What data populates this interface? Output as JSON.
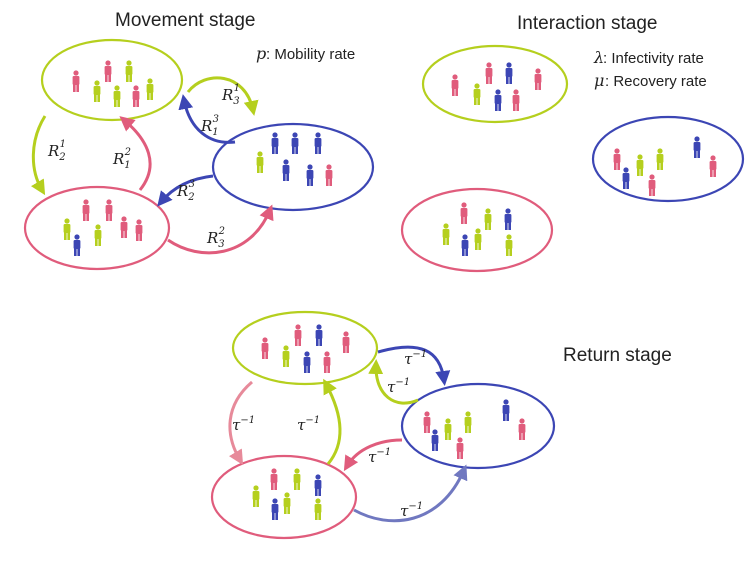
{
  "stages": {
    "movement": "Movement stage",
    "interaction": "Interaction stage",
    "return": "Return stage"
  },
  "legend": {
    "mobility_symbol": "p",
    "mobility_text": ": Mobility rate",
    "infectivity_symbol": "λ",
    "infectivity_text": ": Infectivity rate",
    "recovery_symbol": "μ",
    "recovery_text": ": Recovery rate"
  },
  "rates": {
    "r31": {
      "base": "R",
      "sub": "3",
      "sup": "1"
    },
    "r13": {
      "base": "R",
      "sub": "1",
      "sup": "3"
    },
    "r21": {
      "base": "R",
      "sub": "2",
      "sup": "1"
    },
    "r12": {
      "base": "R",
      "sub": "1",
      "sup": "2"
    },
    "r23": {
      "base": "R",
      "sub": "2",
      "sup": "3"
    },
    "r32": {
      "base": "R",
      "sub": "3",
      "sup": "2"
    }
  },
  "tau": {
    "base": "τ",
    "sup": "−1"
  },
  "colors": {
    "green": "#b5cf1e",
    "blue": "#3c46b4",
    "pink": "#e05c7c",
    "pink_light": "#e78a9a",
    "blue_light": "#7078c0"
  }
}
